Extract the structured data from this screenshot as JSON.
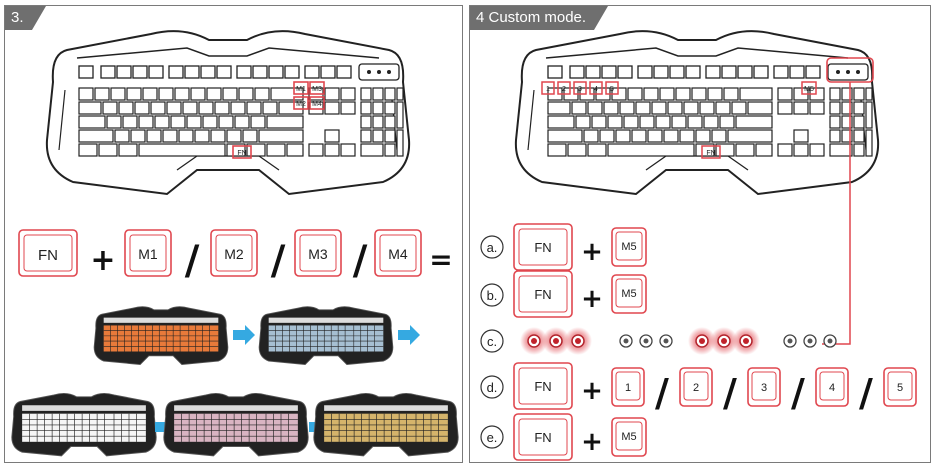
{
  "left": {
    "tag": "3.",
    "keyboard_labels": {
      "m1": "M1",
      "m3": "M3",
      "m2": "M2",
      "m4": "M4",
      "fn": "FN"
    },
    "combo": {
      "fn": "FN",
      "plus": "+",
      "m1": "M1",
      "sep1": "/",
      "m2": "M2",
      "sep2": "/",
      "m3": "M3",
      "sep3": "/",
      "m4": "M4",
      "equals": "="
    }
  },
  "right": {
    "tag": "4 Custom mode.",
    "keyboard_labels": {
      "k1": "1",
      "k2": "2",
      "k3": "3",
      "k4": "4",
      "k5": "5",
      "m5": "M5",
      "fn": "FN"
    },
    "rows": {
      "a": {
        "letter": "a.",
        "fn": "FN",
        "plus": "+",
        "key": "M5"
      },
      "b": {
        "letter": "b.",
        "fn": "FN",
        "plus": "+",
        "key": "M5"
      },
      "c": {
        "letter": "c.",
        "indicator_pattern": [
          "lit",
          "lit",
          "lit",
          "off",
          "off",
          "off",
          "lit",
          "lit",
          "lit",
          "off",
          "off",
          "off"
        ]
      },
      "d": {
        "letter": "d.",
        "fn": "FN",
        "plus": "+",
        "keys": [
          "1",
          "2",
          "3",
          "4",
          "5"
        ],
        "sep": "/"
      },
      "e": {
        "letter": "e.",
        "fn": "FN",
        "plus": "+",
        "key": "M5"
      }
    }
  },
  "colors": {
    "accent_red": "#e0474f",
    "border_grey": "#7a7a7a",
    "tag_grey": "#6f6f6f",
    "arrow_blue": "#35a9e1"
  }
}
